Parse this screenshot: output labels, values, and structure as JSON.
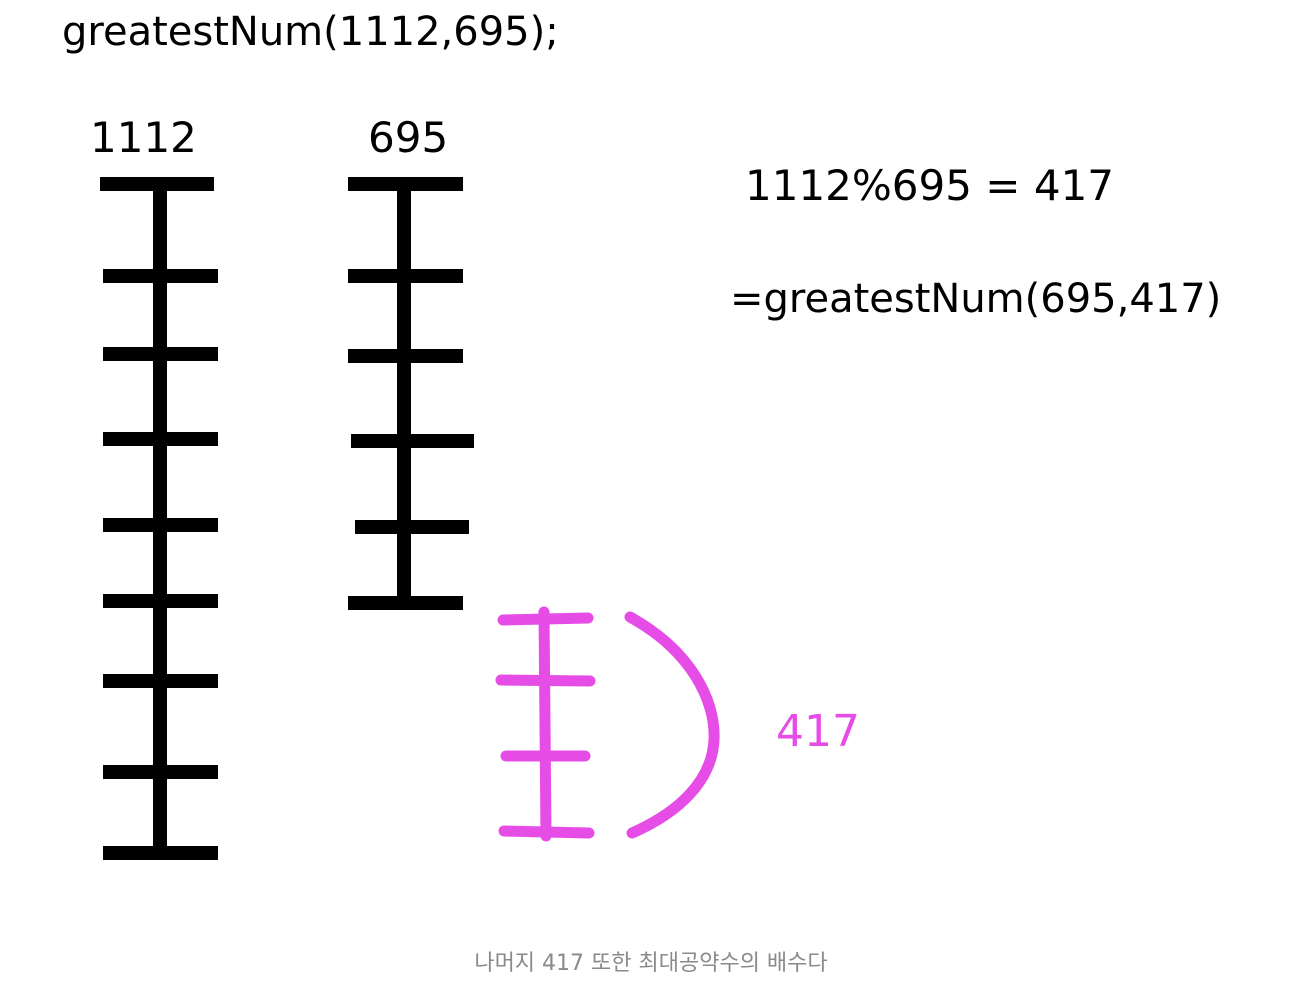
{
  "diagram": {
    "call_text": "greatestNum(1112,695);",
    "label_a": "1112",
    "label_b": "695",
    "modulo_text": "1112%695 = 417",
    "recurse_text": "=greatestNum(695,417)",
    "remainder_label": "417",
    "ink_color": "#000000",
    "accent_color": "#e64ce6"
  },
  "caption": "나머지 417 또한 최대공약수의 배수다"
}
